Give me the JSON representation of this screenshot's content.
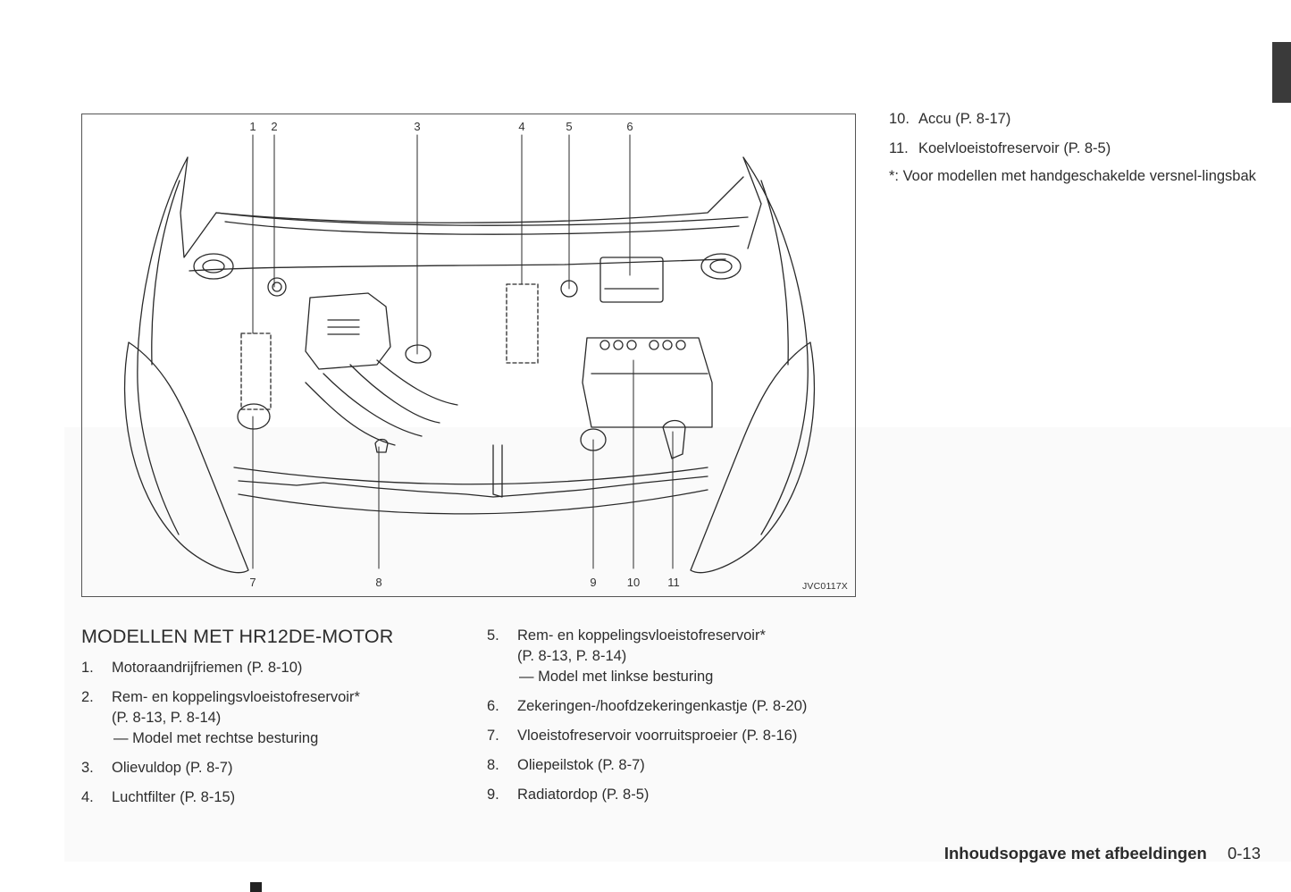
{
  "figure": {
    "code": "JVC0117X",
    "top_callouts": [
      "1",
      "2",
      "3",
      "4",
      "5",
      "6"
    ],
    "bottom_callouts": [
      "7",
      "8",
      "9",
      "10",
      "11"
    ]
  },
  "section": {
    "title": "MODELLEN MET HR12DE-MOTOR"
  },
  "items": [
    {
      "num": "1.",
      "lines": [
        "Motoraandrijfriemen (P. 8-10)"
      ]
    },
    {
      "num": "2.",
      "lines": [
        "Rem- en koppelingsvloeistofreservoir*",
        "(P. 8-13, P. 8-14)",
        "— Model met rechtse besturing"
      ]
    },
    {
      "num": "3.",
      "lines": [
        "Olievuldop (P. 8-7)"
      ]
    },
    {
      "num": "4.",
      "lines": [
        "Luchtfilter (P. 8-15)"
      ]
    },
    {
      "num": "5.",
      "lines": [
        "Rem- en koppelingsvloeistofreservoir*",
        "(P. 8-13, P. 8-14)",
        "— Model met linkse besturing"
      ]
    },
    {
      "num": "6.",
      "lines": [
        "Zekeringen-/hoofdzekeringenkastje (P. 8-20)"
      ]
    },
    {
      "num": "7.",
      "lines": [
        "Vloeistofreservoir voorruitsproeier (P. 8-16)"
      ]
    },
    {
      "num": "8.",
      "lines": [
        "Oliepeilstok (P. 8-7)"
      ]
    },
    {
      "num": "9.",
      "lines": [
        "Radiatordop (P. 8-5)"
      ]
    },
    {
      "num": "10.",
      "lines": [
        "Accu (P. 8-17)"
      ]
    },
    {
      "num": "11.",
      "lines": [
        "Koelvloeistofreservoir (P. 8-5)"
      ]
    }
  ],
  "footnote": "*: Voor modellen met handgeschakelde versnel-lingsbak",
  "footer": {
    "title": "Inhoudsopgave met afbeeldingen",
    "page": "0-13"
  }
}
